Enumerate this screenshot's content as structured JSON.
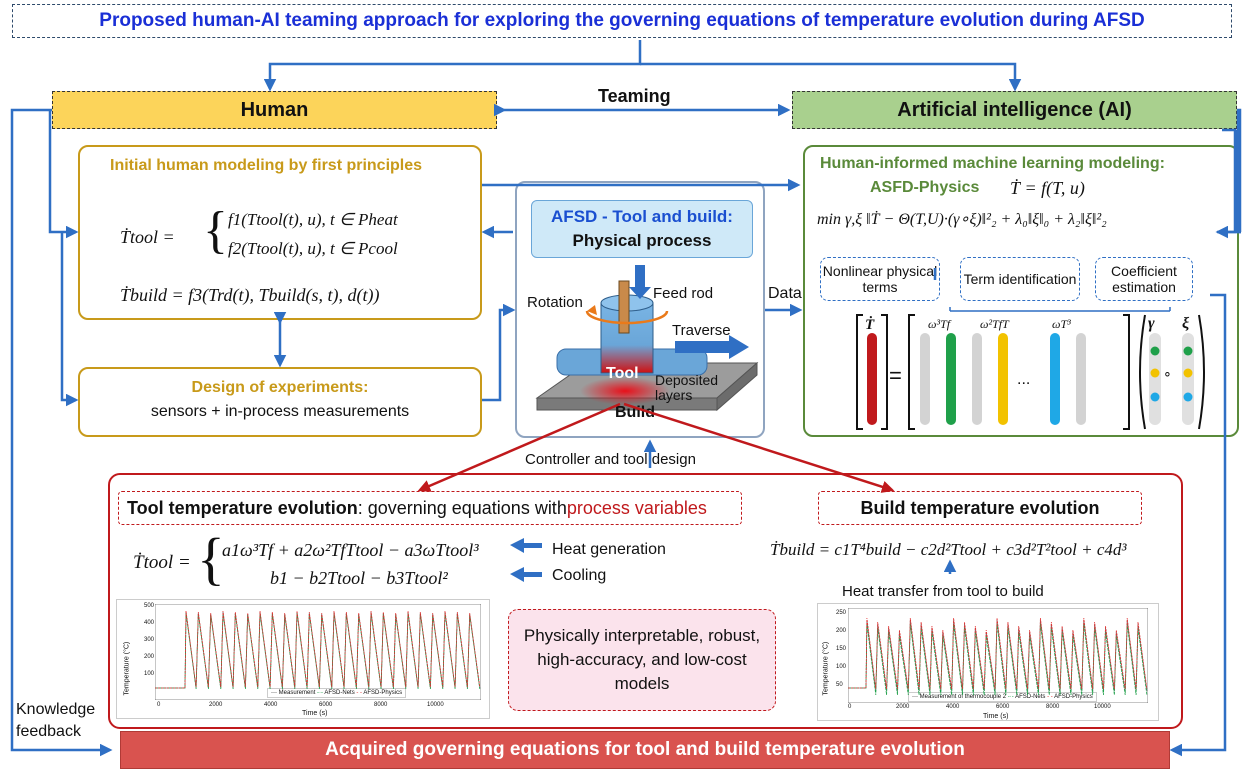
{
  "title": "Proposed human-AI teaming approach for exploring the governing equations of temperature evolution during AFSD",
  "human": {
    "label": "Human",
    "modeling_title": "Initial human modeling by first principles",
    "eq_tool_lhs": "Ṫtool =",
    "eq_tool_case1": "f1(Ttool(t), u), t ∈ Pheat",
    "eq_tool_case2": "f2(Ttool(t), u), t ∈ Pcool",
    "eq_build": "Ṫbuild = f3(Trd(t), Tbuild(s, t), d(t))",
    "doe_title": "Design of experiments:",
    "doe_text": "sensors + in-process measurements"
  },
  "teaming_label": "Teaming",
  "ai": {
    "label": "Artificial intelligence (AI)",
    "modeling_title": "Human-informed machine learning modeling:",
    "physics_label": "ASFD-Physics",
    "physics_eq": "Ṫ = f(T, u)",
    "opt_eq": "min γ,ξ ‖Ṫ − Θ(T,U)·(γ∘ξ)‖²₂ + λ₀‖ξ‖₀ + λ₂‖ξ‖²₂",
    "tag_nonlinear": "Nonlinear physical terms",
    "tag_term": "Term identification",
    "tag_coef": "Coefficient estimation",
    "mat_t": "Ṫ",
    "col_labels": [
      "ω³Tf",
      "ω²TfT",
      "ωT³"
    ],
    "dots": "...",
    "gamma": "γ",
    "xi": "ξ",
    "circ": "∘",
    "equals": "="
  },
  "afsd": {
    "title": "AFSD - Tool and build:",
    "subtitle": "Physical process",
    "rotation": "Rotation",
    "feed_rod": "Feed rod",
    "traverse": "Traverse",
    "tool": "Tool",
    "deposited": "Deposited layers",
    "build": "Build"
  },
  "data_label": "Data",
  "controller_label": "Controller and tool design",
  "tool_temp": {
    "heading_bold": "Tool temperature evolution",
    "heading_rest": ": governing equations with ",
    "heading_red": "process variables",
    "lhs": "Ṫtool =",
    "line1": "a1ω³Tf + a2ω²TfTtool − a3ωTtool³",
    "line2": "b1 − b2Ttool − b3Ttool²",
    "heat_gen": "Heat generation",
    "cooling": "Cooling"
  },
  "build_temp": {
    "heading": "Build temperature evolution",
    "eq": "Ṫbuild = c1T⁴build − c2d²Ttool + c3d²T²tool + c4d³",
    "heat_transfer": "Heat transfer from tool to build"
  },
  "center_box": "Physically interpretable, robust, high-accuracy, and low-cost models",
  "chart_left": {
    "ylabel": "Temperature (°C)",
    "xlabel": "Time (s)",
    "yticks": [
      "500",
      "400",
      "300",
      "200",
      "100"
    ],
    "xticks": [
      "0",
      "2000",
      "4000",
      "6000",
      "8000",
      "10000"
    ],
    "legend": [
      "Measurement",
      "AFSD-Nets",
      "AFSD-Physics"
    ]
  },
  "chart_right": {
    "ylabel": "Temperature (°C)",
    "xlabel": "Time (s)",
    "yticks": [
      "250",
      "200",
      "150",
      "100",
      "50"
    ],
    "xticks": [
      "0",
      "2000",
      "4000",
      "6000",
      "8000",
      "10000"
    ],
    "legend": [
      "Measurement of thermocouple 2",
      "AFSD-Nets",
      "AFSD-Physics"
    ]
  },
  "knowledge": "Knowledge feedback",
  "acquired": "Acquired governing equations for tool and build temperature evolution",
  "colors": {
    "blue": "#2f6fc4",
    "gold": "#c89a1a",
    "green": "#5a8a3a",
    "red": "#c0191c",
    "human_fill": "#fcd45a",
    "ai_fill": "#a9d08e",
    "acq_fill": "#d9534f",
    "pink": "#fbe3ec"
  }
}
